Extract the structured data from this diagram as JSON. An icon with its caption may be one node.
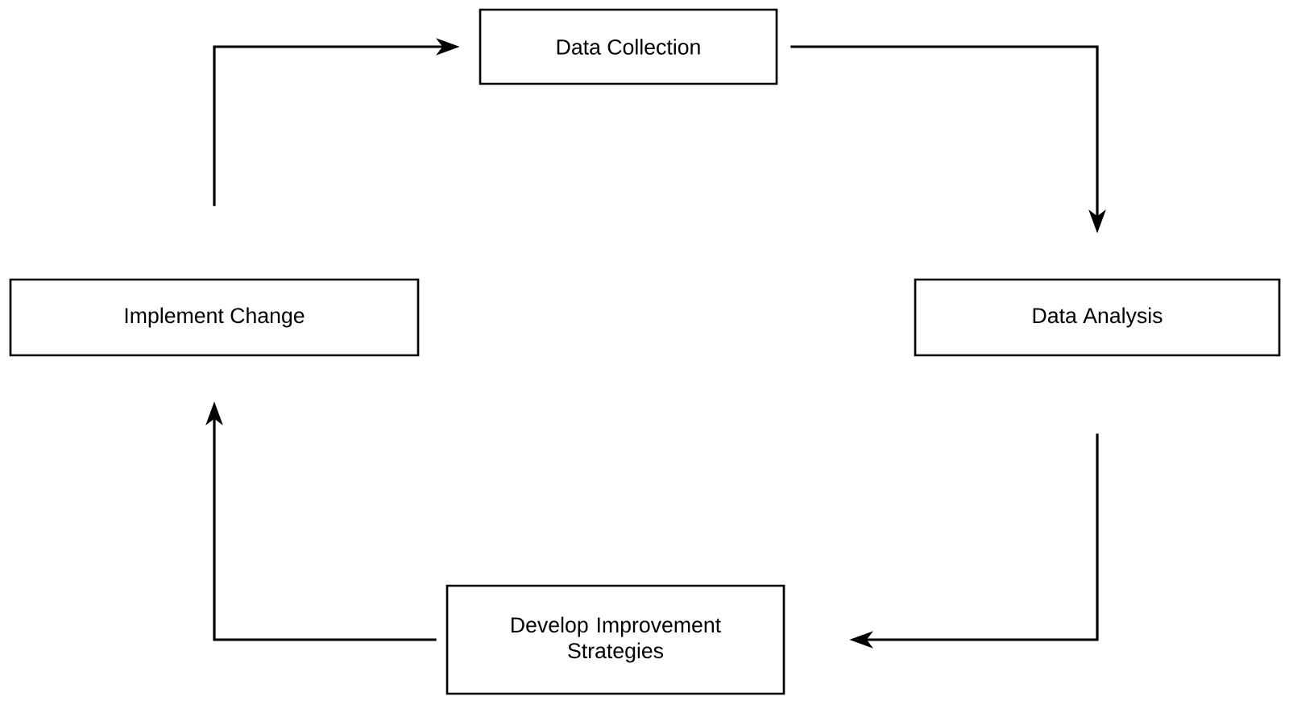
{
  "diagram": {
    "nodes": [
      {
        "text": [
          "Data Collection"
        ]
      },
      {
        "text": [
          "Data Analysis"
        ]
      },
      {
        "text": [
          "Develop Improvement Strategies"
        ]
      },
      {
        "text": [
          "Implement Change"
        ]
      }
    ],
    "edges": [
      {
        "from": 0,
        "to": 1,
        "arrow": "to"
      },
      {
        "from": 1,
        "to": 2,
        "arrow": "to"
      },
      {
        "from": 2,
        "to": 3,
        "arrow": "to"
      },
      {
        "from": 3,
        "to": 0,
        "arrow": "to"
      }
    ]
  }
}
